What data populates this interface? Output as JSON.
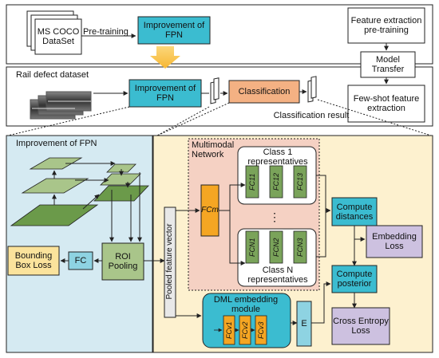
{
  "top": {
    "dataset": "MS COCO DataSet",
    "pretraining": "Pre-training",
    "improvement": "Improvement of FPN",
    "feature_extraction_pretraining": "Feature extraction pre-training",
    "model_transfer": "Model Transfer",
    "few_shot_feature_extraction": "Few-shot feature extraction"
  },
  "middle": {
    "rail_defect_dataset": "Rail defect dataset",
    "improvement": "Improvement of FPN",
    "classification": "Classification",
    "classification_result": "Classification result"
  },
  "left": {
    "title": "Improvement of FPN",
    "roi_pooling": "ROI Pooling",
    "fc": "FC",
    "bbox_loss": "Bounding Box Loss"
  },
  "right": {
    "pooled_feature_vector": "Pooled feature vector",
    "multimodal_network": "Multimodal Network",
    "fc_m": "FCm",
    "class1": "Class 1 representatives",
    "classN": "Class N representatives",
    "ellipsis": "⋮",
    "fc_class1": [
      "FC11",
      "FC12",
      "FC13"
    ],
    "fc_classN": [
      "FCN1",
      "FCN2",
      "FCN3"
    ],
    "dml": "DML embedding module",
    "fc_dml": [
      "FCv1",
      "FCv2",
      "FCv3"
    ],
    "e": "E",
    "compute_distances": "Compute distances",
    "embedding_loss": "Embedding Loss",
    "compute_posterior": "Compute posterior",
    "cross_entropy_loss": "Cross Entropy Loss"
  },
  "colors": {
    "blue_box": "#3bbcd0",
    "orange_box": "#f4b183",
    "olive_box": "#a9c58a",
    "lilac_box": "#cdc1e0",
    "yellow_box": "#fbe39c",
    "left_panel": "#d5eaf2",
    "right_panel": "#fdf1cf",
    "fc_green": "#7aa35a",
    "fc_orange": "#f5a623"
  }
}
